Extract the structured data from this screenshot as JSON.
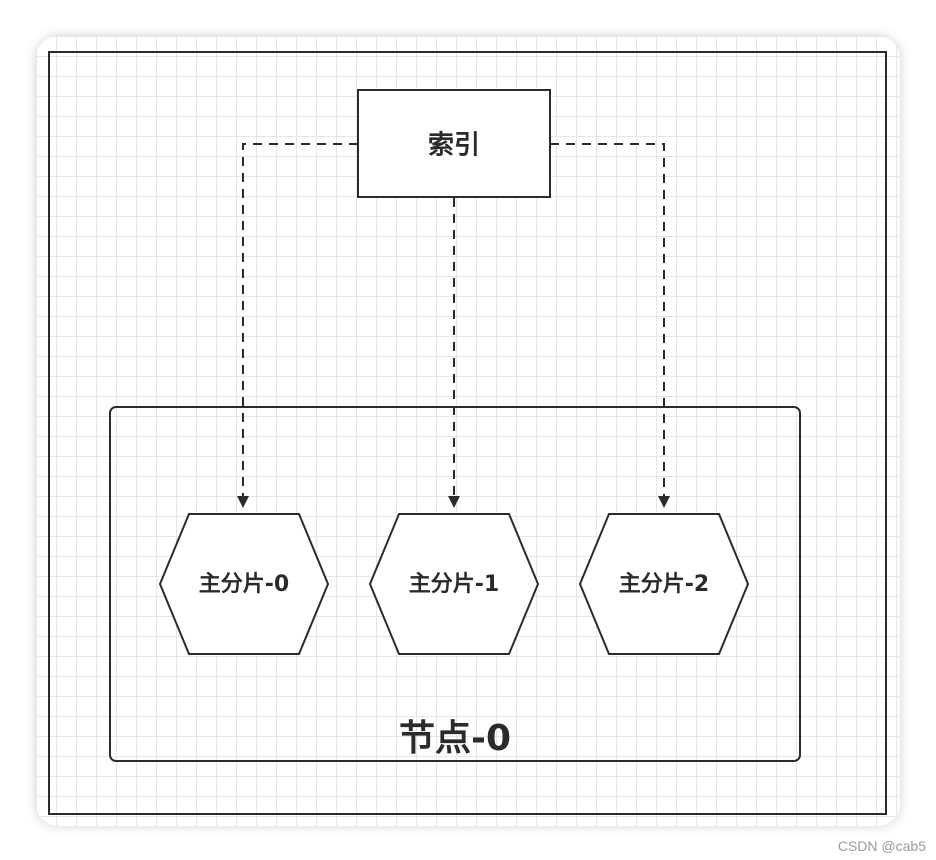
{
  "diagram": {
    "index_label": "索引",
    "shards": [
      {
        "label": "主分片-0"
      },
      {
        "label": "主分片-1"
      },
      {
        "label": "主分片-2"
      }
    ],
    "node_label": "节点-0"
  },
  "watermark": "CSDN @cab5",
  "colors": {
    "stroke": "#2b2b2b",
    "grid": "#e6e6e6"
  }
}
